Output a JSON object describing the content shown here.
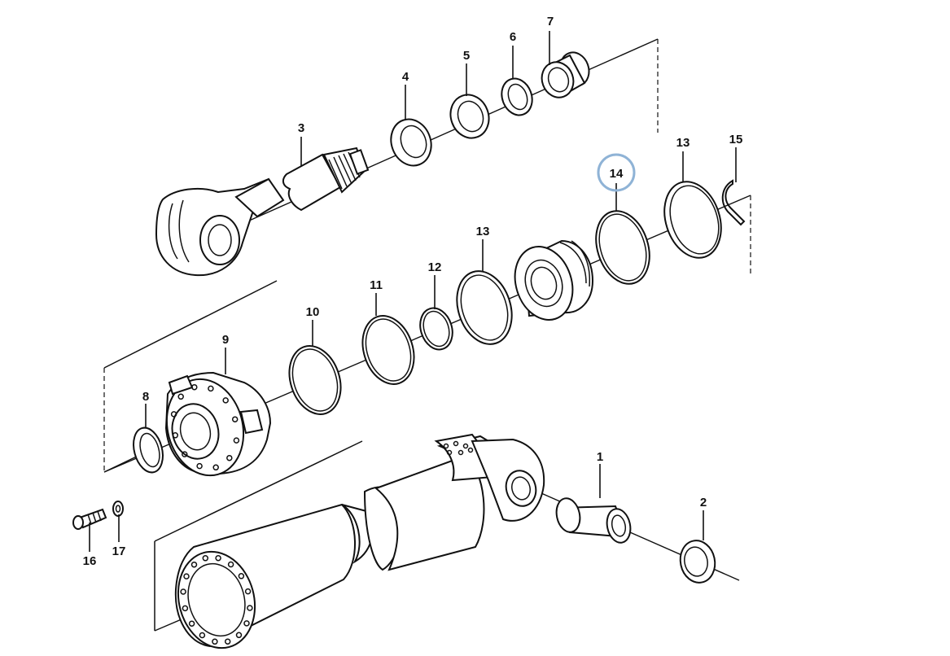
{
  "colors": {
    "line": "#111111",
    "highlight": "#8fb3d6",
    "background": "#ffffff"
  },
  "callouts": {
    "c1": "1",
    "c2": "2",
    "c3": "3",
    "c4": "4",
    "c5": "5",
    "c6": "6",
    "c7": "7",
    "c8": "8",
    "c9": "9",
    "c10": "10",
    "c11": "11",
    "c12": "12",
    "c13a": "13",
    "c13b": "13",
    "c14": "14",
    "c15": "15",
    "c16": "16",
    "c17": "17"
  },
  "highlighted_callout": "14"
}
